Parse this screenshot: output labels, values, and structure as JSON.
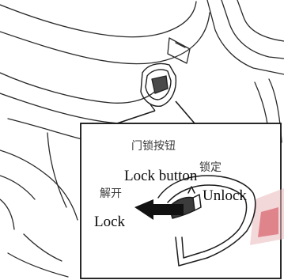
{
  "labels": {
    "door_lock_button_cn": "门锁按钮",
    "lock_cn": "锁定",
    "unlock_cn": "解开",
    "lock_button_en": "Lock button",
    "unlock_en": "Unlock",
    "lock_en": "Lock"
  },
  "colors": {
    "line": "#222222",
    "arrow": "#111111",
    "watermark": "#c9202a"
  }
}
